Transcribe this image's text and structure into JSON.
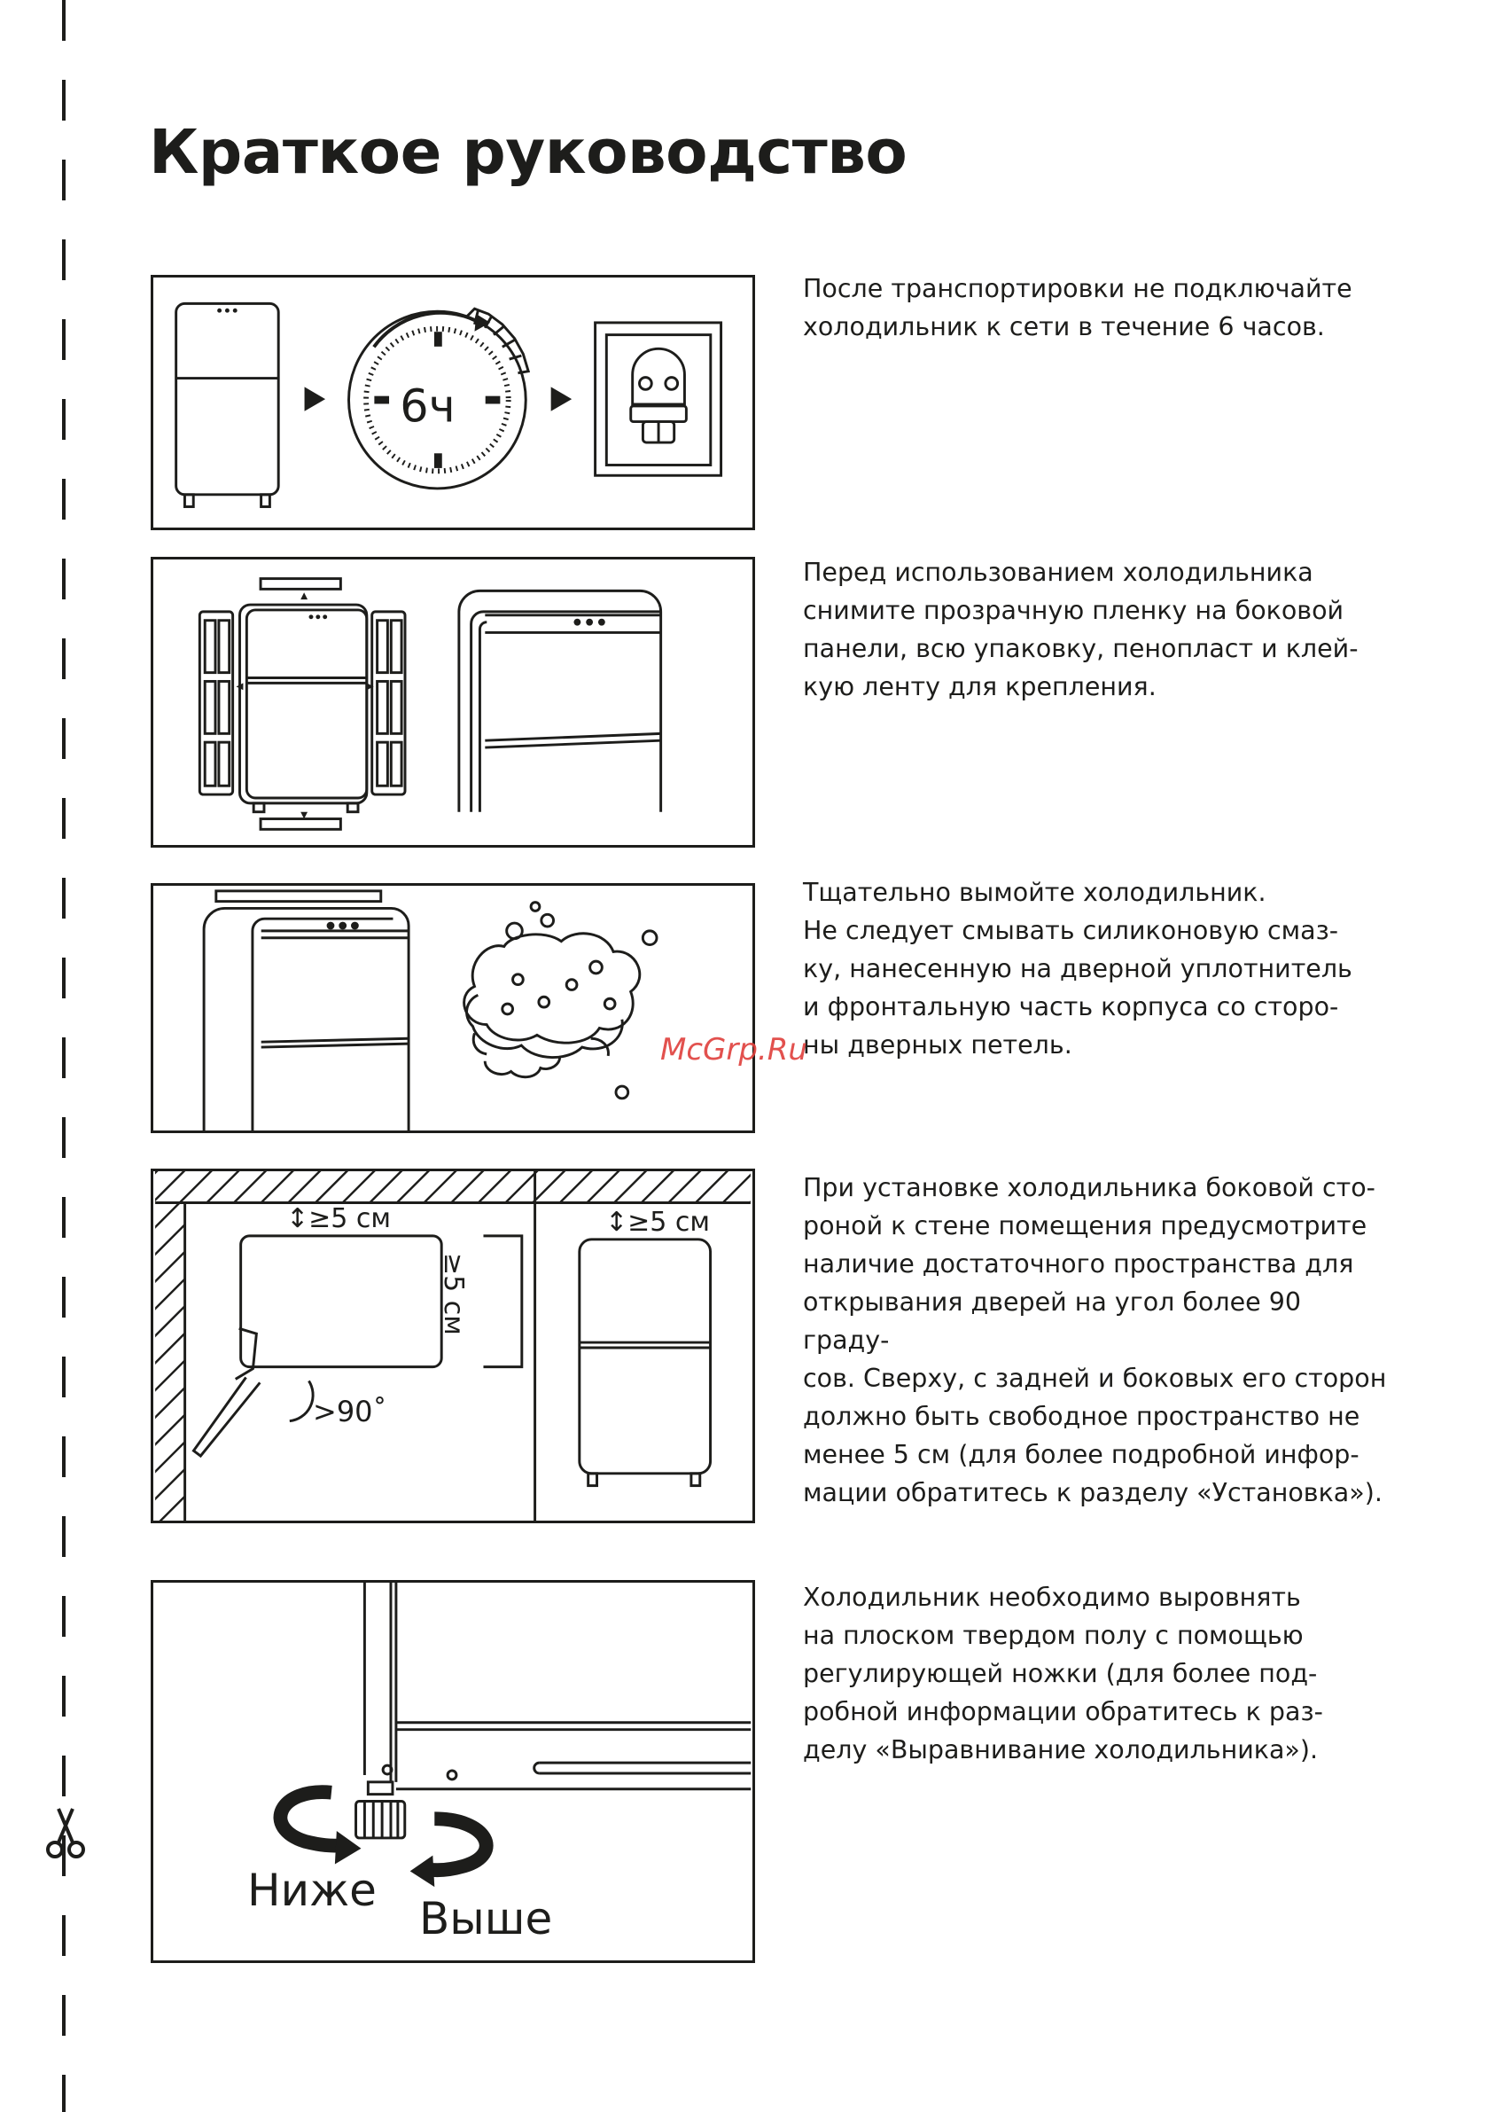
{
  "page": {
    "title": "Краткое руководство",
    "watermark": "McGrp.Ru"
  },
  "steps": [
    {
      "text": "После транспортировки не подключайте\nхолодильник к сети в течение 6 часов.",
      "illustration": [
        "fridge-icon",
        "timer-icon",
        "power-socket-icon"
      ],
      "timer_label": "6ч"
    },
    {
      "text": "Перед использованием холодильника\nснимите прозрачную пленку на боковой\nпанели, всю упаковку, пенопласт и клей-\nкую ленту для крепления.",
      "illustration": [
        "fridge-with-packaging-icon",
        "fridge-closeup-icon"
      ]
    },
    {
      "text": "Тщательно вымойте холодильник.\nНе следует смывать силиконовую смаз-\nку, нанесенную на дверной уплотнитель\nи фронтальную часть корпуса со сторо-\nны дверных петель.",
      "illustration": [
        "fridge-closeup-icon",
        "sponge-icon"
      ]
    },
    {
      "text": "При установке холодильника боковой сто-\nроной к стене помещения предусмотрите\nналичие достаточного пространства для\nоткрывания дверей на угол более 90 граду-\nсов. Сверху, с задней и боковых его сторон\nдолжно быть свободное пространство не\nменее 5 см (для более подробной инфор-\nмации обратитесь к разделу «Установка»).",
      "illustration": [
        "top-view-clearance-icon",
        "front-view-clearance-icon"
      ],
      "labels": {
        "top_gap": "↕≥5 см",
        "side_gap": "≥5 см",
        "angle": ">90˚",
        "front_gap": "↕≥5 см"
      }
    },
    {
      "text": "Холодильник необходимо выровнять\nна плоском твердом полу с помощью\nрегулирующей ножки (для более под-\nробной информации обратитесь к раз-\nделу «Выравнивание холодильника»).",
      "illustration": [
        "leveling-foot-icon",
        "rotate-left-arrow-icon",
        "rotate-right-arrow-icon"
      ],
      "labels": {
        "lower": "Ниже",
        "higher": "Выше"
      }
    }
  ]
}
